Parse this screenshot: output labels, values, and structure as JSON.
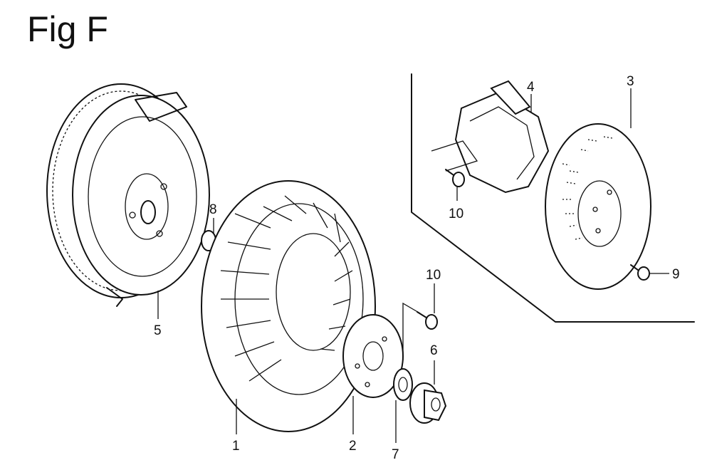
{
  "figure": {
    "title": "Fig F"
  },
  "callouts": {
    "flywheel_fan": "1",
    "fan_plate": "2",
    "starter_pulley": "3",
    "recoil_starter": "4",
    "flywheel": "5",
    "flange_nut": "6",
    "washer": "7",
    "woodruff_key": "8",
    "bolt_pulley": "9",
    "bolt_fan": "10",
    "bolt_starter": "10"
  }
}
